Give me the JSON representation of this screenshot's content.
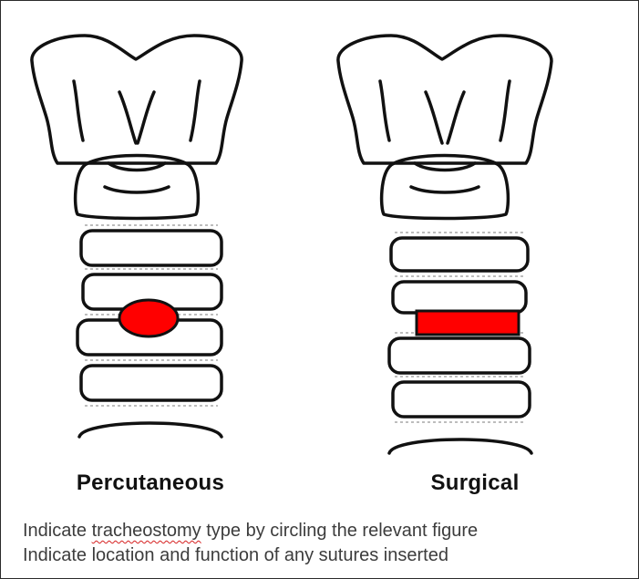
{
  "figures": [
    {
      "label": "Percutaneous",
      "stoma_shape": "circle",
      "stoma_color": "#ff0000"
    },
    {
      "label": "Surgical",
      "stoma_shape": "rectangle",
      "stoma_color": "#ff0000"
    }
  ],
  "instructions": {
    "line1_prefix": "Indicate ",
    "line1_misspelled": "tracheostomy",
    "line1_suffix": " type by circling the relevant figure",
    "line2": "Indicate location and function of any sutures inserted"
  },
  "colors": {
    "outline": "#111111",
    "stoma": "#ff0000",
    "text": "#3c3c3c"
  }
}
